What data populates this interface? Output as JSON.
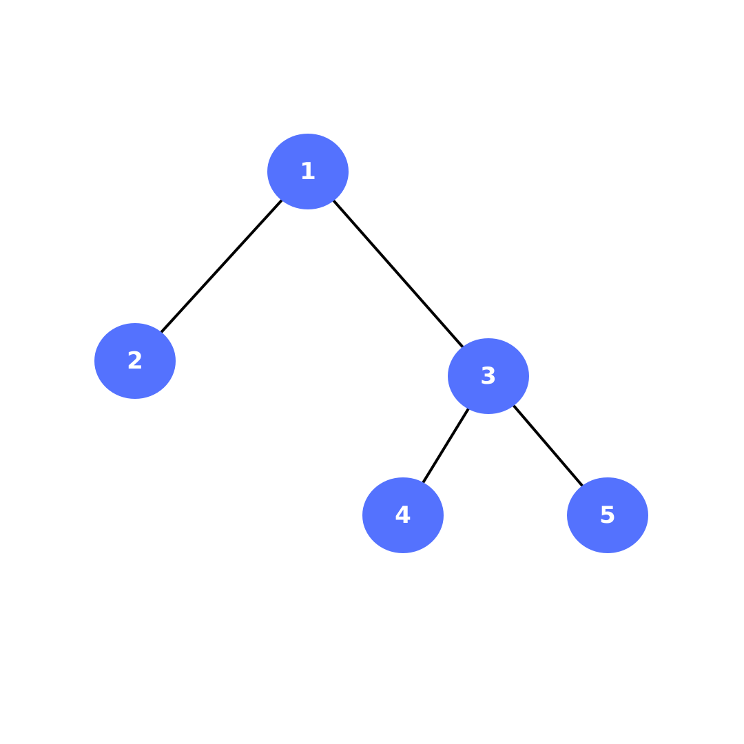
{
  "diagram": {
    "type": "binary-tree",
    "colors": {
      "node_fill": "#5472fe",
      "node_text": "#ffffff",
      "edge": "#000000",
      "background": "#ffffff"
    },
    "nodes": [
      {
        "id": "n1",
        "label": "1"
      },
      {
        "id": "n2",
        "label": "2"
      },
      {
        "id": "n3",
        "label": "3"
      },
      {
        "id": "n4",
        "label": "4"
      },
      {
        "id": "n5",
        "label": "5"
      }
    ],
    "edges": [
      {
        "from": "n1",
        "to": "n2"
      },
      {
        "from": "n1",
        "to": "n3"
      },
      {
        "from": "n3",
        "to": "n4"
      },
      {
        "from": "n3",
        "to": "n5"
      }
    ]
  }
}
